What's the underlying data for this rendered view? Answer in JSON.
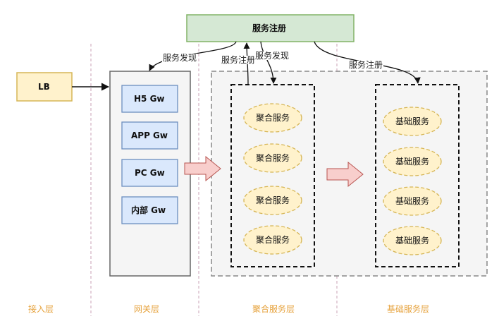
{
  "registry": {
    "label": "服务注册"
  },
  "lb": {
    "label": "LB"
  },
  "gateways": [
    {
      "label": "H5 Gw"
    },
    {
      "label": "APP Gw"
    },
    {
      "label": "PC Gw"
    },
    {
      "label": "内部 Gw"
    }
  ],
  "aggregate_services": [
    "聚合服务",
    "聚合服务",
    "聚合服务",
    "聚合服务"
  ],
  "basic_services": [
    "基础服务",
    "基础服务",
    "基础服务",
    "基础服务"
  ],
  "edge_labels": {
    "gateway_discovery": "服务发现",
    "aggregate_register": "服务注册",
    "aggregate_discovery": "服务发现",
    "basic_register": "服务注册"
  },
  "layers": {
    "access": "接入层",
    "gateway": "网关层",
    "aggregate": "聚合服务层",
    "basic": "基础服务层"
  },
  "colors": {
    "registry_fill": "#d5e8d4",
    "registry_stroke": "#82b366",
    "lb_fill": "#fff2cc",
    "lb_stroke": "#d6b656",
    "gateway_fill": "#dae8fc",
    "gateway_stroke": "#6c8ebf",
    "service_fill": "#fff2cc",
    "service_stroke": "#d6b656",
    "layer_text": "#e6a23c",
    "divider": "#c8a0b4",
    "arrow_fill": "#f8cecc",
    "arrow_stroke": "#b85450"
  }
}
